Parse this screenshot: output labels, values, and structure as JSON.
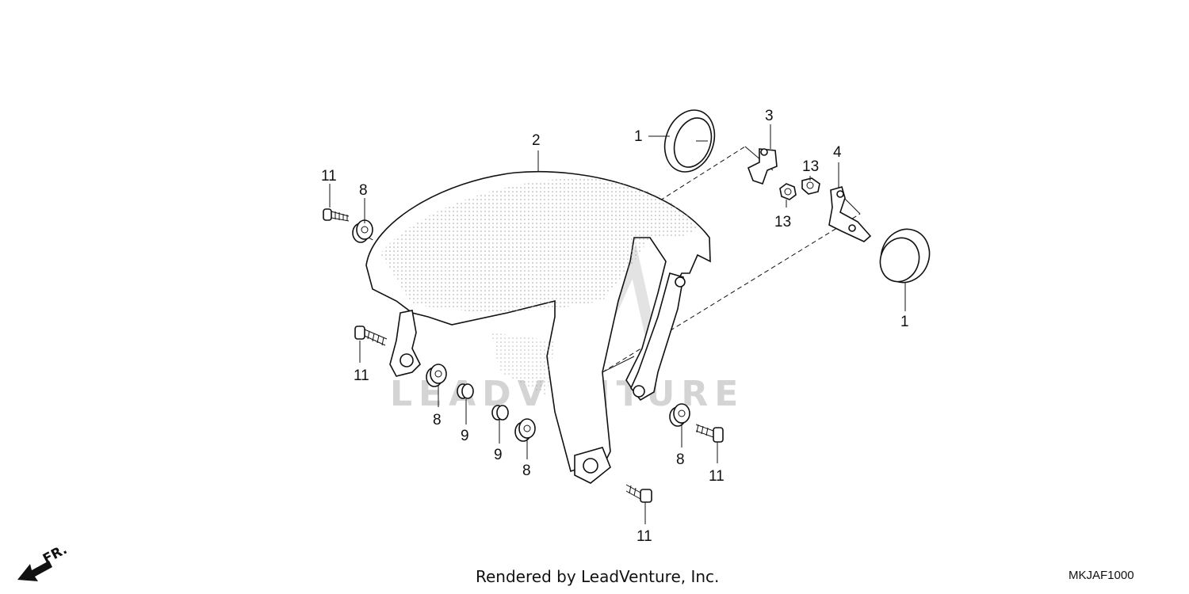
{
  "callouts": {
    "c1a": "1",
    "c1b": "1",
    "c2": "2",
    "c3": "3",
    "c4": "4",
    "c8a": "8",
    "c8b": "8",
    "c8c": "8",
    "c8d": "8",
    "c9a": "9",
    "c9b": "9",
    "c11a": "11",
    "c11b": "11",
    "c11c": "11",
    "c11d": "11",
    "c13a": "13",
    "c13b": "13"
  },
  "front_indicator": "FR.",
  "watermark": "LEADVENTURE",
  "footer": {
    "credit": "Rendered by LeadVenture, Inc.",
    "code": "MKJAF1000"
  },
  "colors": {
    "line": "#111111",
    "watermark": "#d4d4d4",
    "background": "#ffffff"
  }
}
